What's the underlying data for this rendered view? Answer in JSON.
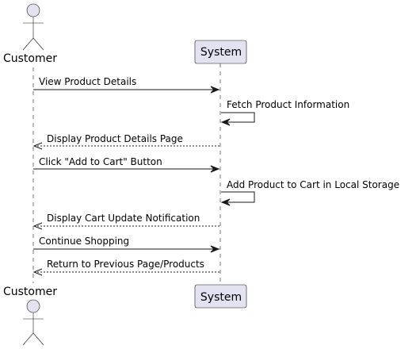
{
  "diagram": {
    "type": "sequence",
    "participants": [
      {
        "id": "customer",
        "label": "Customer",
        "kind": "actor"
      },
      {
        "id": "system",
        "label": "System",
        "kind": "participant"
      }
    ],
    "messages": [
      {
        "from": "customer",
        "to": "system",
        "label": "View Product Details",
        "style": "solid"
      },
      {
        "from": "system",
        "to": "system",
        "label": "Fetch Product Information",
        "style": "solid"
      },
      {
        "from": "system",
        "to": "customer",
        "label": "Display Product Details Page",
        "style": "dashed"
      },
      {
        "from": "customer",
        "to": "system",
        "label": "Click \"Add to Cart\" Button",
        "style": "solid"
      },
      {
        "from": "system",
        "to": "system",
        "label": "Add Product to Cart in Local Storage",
        "style": "solid"
      },
      {
        "from": "system",
        "to": "customer",
        "label": "Display Cart Update Notification",
        "style": "dashed"
      },
      {
        "from": "customer",
        "to": "system",
        "label": "Continue Shopping",
        "style": "solid"
      },
      {
        "from": "system",
        "to": "customer",
        "label": "Return to Previous Page/Products",
        "style": "dashed"
      }
    ]
  },
  "colors": {
    "participant_fill": "#E2E2F0",
    "stroke": "#181818",
    "background": "#FFFFFF"
  }
}
